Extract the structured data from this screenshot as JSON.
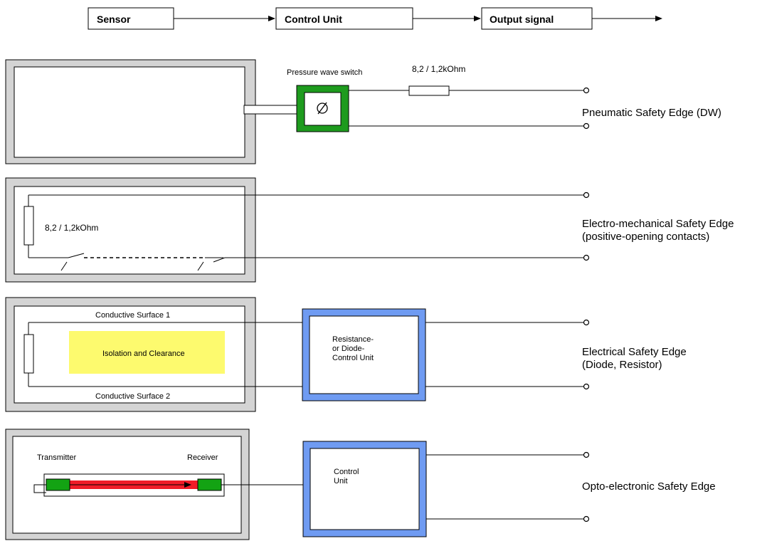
{
  "header": {
    "sensor": "Sensor",
    "control_unit": "Control Unit",
    "output_signal": "Output signal"
  },
  "pneumatic": {
    "switch_label": "Pressure wave switch",
    "resistor_label": "8,2 / 1,2kOhm",
    "edge_label": "Pneumatic Safety Edge (DW)"
  },
  "electromechanical": {
    "resistor_label": "8,2 / 1,2kOhm",
    "edge_label_line1": "Electro-mechanical Safety Edge",
    "edge_label_line2": "(positive-opening contacts)"
  },
  "electrical": {
    "surface1": "Conductive Surface 1",
    "surface2": "Conductive Surface 2",
    "isolation": "Isolation and Clearance",
    "unit_line1": "Resistance-",
    "unit_line2": "or Diode-",
    "unit_line3": "Control Unit",
    "edge_label_line1": "Electrical Safety Edge",
    "edge_label_line2": "(Diode, Resistor)"
  },
  "opto": {
    "transmitter": "Transmitter",
    "receiver": "Receiver",
    "unit_line1": "Control",
    "unit_line2": "Unit",
    "edge_label": "Opto-electronic Safety Edge"
  },
  "colors": {
    "switch_green": "#1e9b1e",
    "led_green": "#13a313",
    "control_blue": "#6f9bf2",
    "isolation_yellow": "#fdfa6e",
    "beam_red": "#f01c28",
    "frame_gray": "#d4d4d4"
  }
}
